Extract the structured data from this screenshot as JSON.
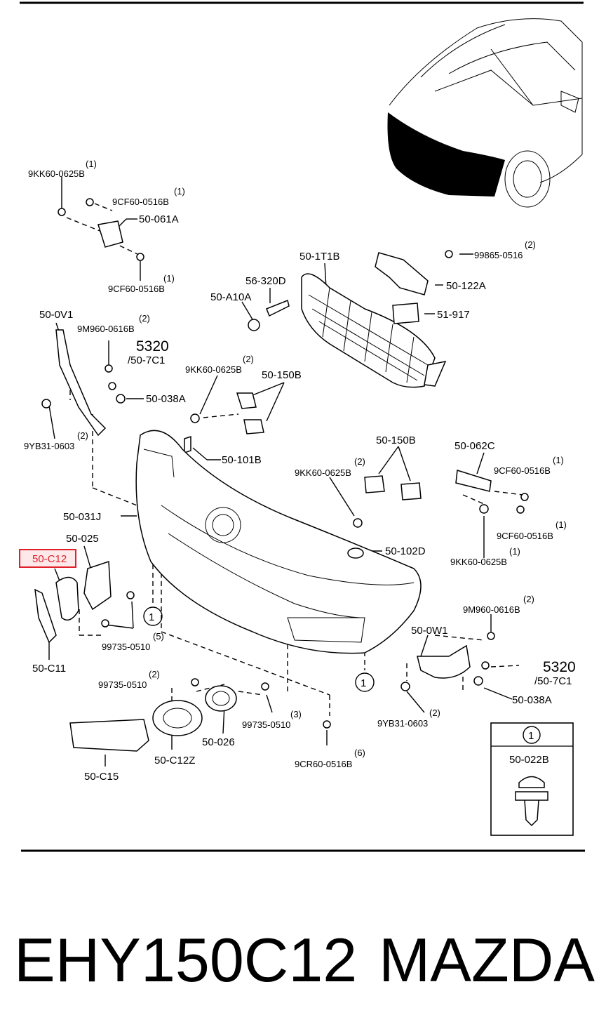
{
  "labels": {
    "kk60_0625b_a": "9KK60-0625B",
    "q1_a": "(1)",
    "cf60_0516b_a": "9CF60-0516B",
    "q1_b": "(1)",
    "p50_061a": "50-061A",
    "cf60_0516b_b": "9CF60-0516B",
    "q1_c": "(1)",
    "p50_0v1": "50-0V1",
    "m960_0616b_a": "9M960-0616B",
    "q2_a": "(2)",
    "n5320_a": "5320",
    "n50_7c1_a": "/50-7C1",
    "kk60_0625b_b": "9KK60-0625B",
    "q2_b": "(2)",
    "p50_038a_a": "50-038A",
    "yb31_0603_a": "9YB31-0603",
    "q2_c": "(2)",
    "p50_1t1b": "50-1T1B",
    "p56_320d": "56-320D",
    "p50_a10a": "50-A10A",
    "p99865_0516": "99865-0516",
    "q2_d": "(2)",
    "p50_122a": "50-122A",
    "p51_917": "51-917",
    "p50_150b_a": "50-150B",
    "p50_101b": "50-101B",
    "p50_150b_b": "50-150B",
    "kk60_0625b_c": "9KK60-0625B",
    "q2_e": "(2)",
    "p50_062c": "50-062C",
    "cf60_0516b_c": "9CF60-0516B",
    "q1_d": "(1)",
    "cf60_0516b_d": "9CF60-0516B",
    "q1_e": "(1)",
    "kk60_0625b_d": "9KK60-0625B",
    "q1_f": "(1)",
    "p50_031j": "50-031J",
    "p50_025": "50-025",
    "p50_c12": "50-C12",
    "p50_102d": "50-102D",
    "p99735_0510_a": "99735-0510",
    "q5": "(5)",
    "p50_c11": "50-C11",
    "m960_0616b_b": "9M960-0616B",
    "q2_f": "(2)",
    "p50_0w1": "50-0W1",
    "n5320_b": "5320",
    "n50_7c1_b": "/50-7C1",
    "p50_038a_b": "50-038A",
    "p99735_0510_b": "99735-0510",
    "q2_g": "(2)",
    "p99735_0510_c": "99735-0510",
    "q3": "(3)",
    "yb31_0603_b": "9YB31-0603",
    "q2_h": "(2)",
    "p50_026": "50-026",
    "p50_c12z": "50-C12Z",
    "p50_c15": "50-C15",
    "cr60_0516b": "9CR60-0516B",
    "q6": "(6)",
    "callout_1": "1",
    "inset_ref": "1",
    "inset_part": "50-022B"
  },
  "caption": {
    "part_number": "EHY150C12",
    "brand": "MAZDA"
  },
  "colors": {
    "highlight_stroke": "#e0202a",
    "highlight_fill": "#fde9ea",
    "ink": "#000000"
  }
}
